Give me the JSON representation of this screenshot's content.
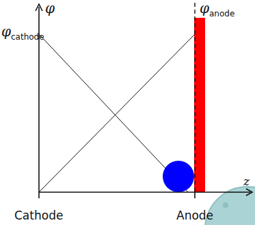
{
  "diagram": {
    "labels": [
      "φ",
      "φcathode",
      "φanode",
      "z",
      "Cathode",
      "Anode"
    ]
  }
}
